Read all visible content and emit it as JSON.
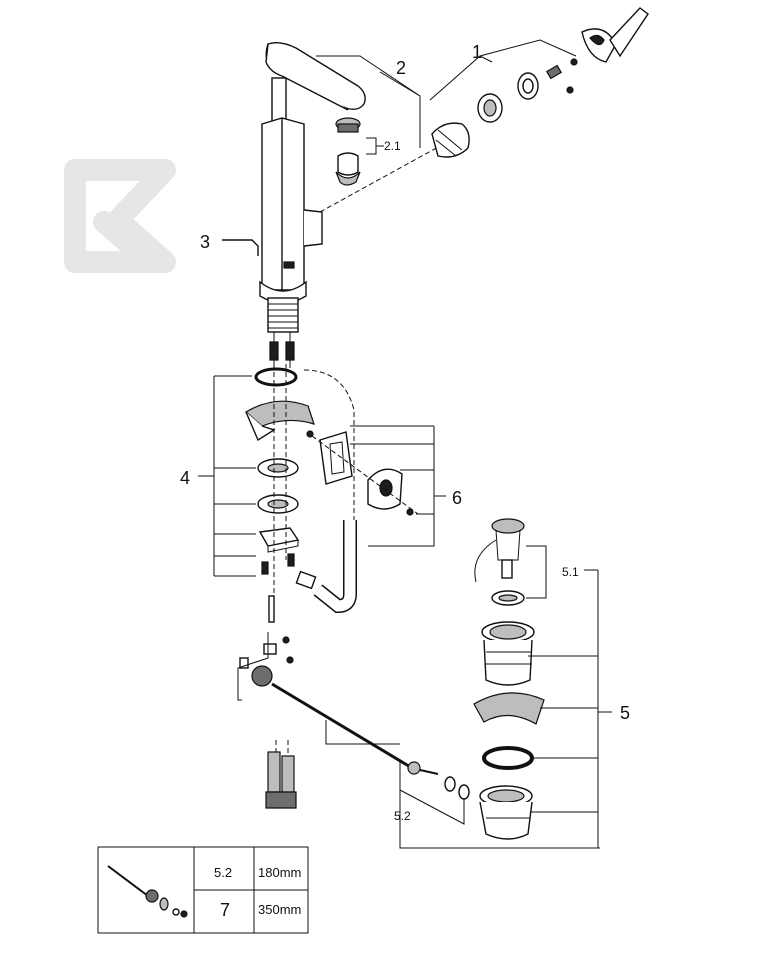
{
  "labels": {
    "l1": "1",
    "l2": "2",
    "l21": "2.1",
    "l3": "3",
    "l4": "4",
    "l5": "5",
    "l51": "5.1",
    "l52": "5.2",
    "l6": "6"
  },
  "table": {
    "rows": [
      {
        "part": "5.2",
        "length": "180mm"
      },
      {
        "part": "7",
        "length": "350mm"
      }
    ]
  },
  "colors": {
    "line": "#111111",
    "fill_gray": "#bdbdbd",
    "fill_dark": "#6d6d6d",
    "watermark": "#e6e6e6"
  }
}
